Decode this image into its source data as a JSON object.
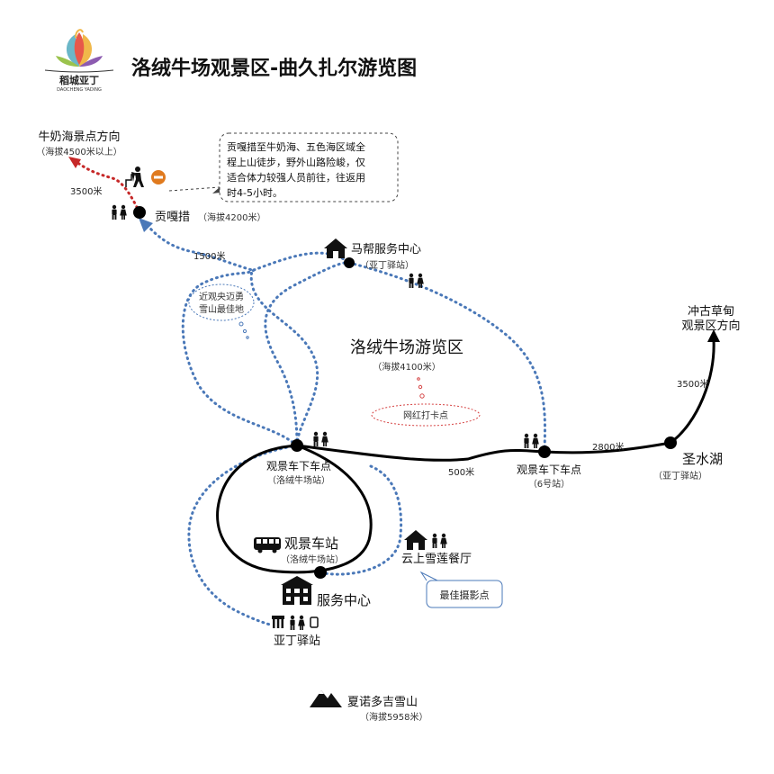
{
  "header": {
    "title": "洛绒牛场观景区-曲久扎尔游览图",
    "logo_text": "稻城亚丁",
    "logo_subtext": "DAOCHENG YADING"
  },
  "places": {
    "niunaihai": {
      "name": "牛奶海景点方向",
      "sub": "（海拔4500米以上）"
    },
    "gonggacuo": {
      "name": "贡嘎措",
      "sub": "（海拔4200米）"
    },
    "mabang": {
      "name": "马帮服务中心",
      "sub": "（亚丁驿站）"
    },
    "chonggu": {
      "name_line1": "冲古草甸",
      "name_line2": "观景区方向"
    },
    "luorong": {
      "name": "洛绒牛场游览区",
      "sub": "（海拔4100米）"
    },
    "dropoff_a": {
      "name": "观景车下车点",
      "sub": "（洛绒牛场站）"
    },
    "dropoff_b": {
      "name": "观景车下车点",
      "sub": "（6号站）"
    },
    "shengshuihu": {
      "name": "圣水湖",
      "sub": "（亚丁驿站）"
    },
    "bus_station": {
      "name": "观景车站",
      "sub": "（洛绒牛场站）"
    },
    "restaurant": {
      "name": "云上雪莲餐厅"
    },
    "service": {
      "name": "服务中心"
    },
    "yading_post": {
      "name": "亚丁驿站"
    },
    "xianuo": {
      "name": "夏诺多吉雪山",
      "sub": "（海拔5958米）"
    }
  },
  "distances": {
    "d_3500_top": "3500米",
    "d_1500": "1500米",
    "d_500": "500米",
    "d_2800": "2800米",
    "d_3500_right": "3500米"
  },
  "notes": {
    "hike_line1": "贡嘎措至牛奶海、五色海区域全",
    "hike_line2": "程上山徒步，野外山路险峻，仅",
    "hike_line3": "适合体力较强人员前往，往返用",
    "hike_line4": "时4-5小时。",
    "bubble1_line1": "近观央迈勇",
    "bubble1_line2": "雪山最佳地",
    "bubble2": "网红打卡点",
    "photo": "最佳摄影点"
  },
  "colors": {
    "road": "#000000",
    "walk_trail": "#4a78b8",
    "hike_trail": "#c62828",
    "badge": "#e07a1e",
    "bubble_red": "#d64545"
  },
  "icons": {
    "toilet": "toilet-icon",
    "house": "house-icon",
    "bus": "bus-icon",
    "hiker": "hiker-icon",
    "mountain": "mountain-icon",
    "no_entry": "no-entry-icon",
    "service_building": "service-building-icon",
    "post": "post-icon",
    "logo": "lotus-logo-icon"
  }
}
